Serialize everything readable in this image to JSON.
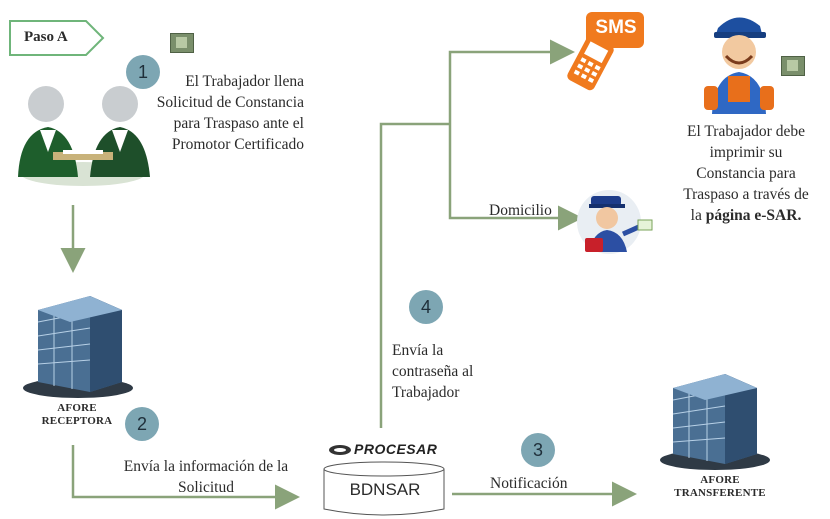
{
  "step_tag": "Paso A",
  "steps": {
    "s1": {
      "number": "1",
      "lines": [
        "El Trabajador llena",
        "Solicitud de Constancia",
        "para Traspaso ante el",
        "Promotor Certificado"
      ]
    },
    "s2": {
      "number": "2",
      "lines": [
        "Envía la información de la",
        "Solicitud"
      ]
    },
    "s3": {
      "number": "3",
      "label": "Notificación"
    },
    "s4": {
      "number": "4",
      "lines": [
        "Envía la",
        "contraseña al",
        "Trabajador"
      ]
    }
  },
  "afore_receptora": [
    "AFORE",
    "RECEPTORA"
  ],
  "afore_transferente": [
    "AFORE",
    "TRANSFERENTE"
  ],
  "procesar_logo": "PROCESAR",
  "database_label": "BDNSAR",
  "sms_label": "SMS",
  "domicilio_label": "Domicilio",
  "worker_text": {
    "lines": [
      "El Trabajador debe",
      "imprimir su",
      "Constancia para",
      "Traspaso a través de"
    ],
    "last_prefix": "la ",
    "last_bold": "página e-SAR."
  },
  "colors": {
    "arrow": "#8aa37a",
    "circle": "#7da6b3",
    "sms": "#f07a1e"
  },
  "icons": [
    "handshake-people-icon",
    "building-icon",
    "sms-phone-icon",
    "mail-carrier-icon",
    "worker-icon",
    "database-icon",
    "small-green-icon"
  ]
}
